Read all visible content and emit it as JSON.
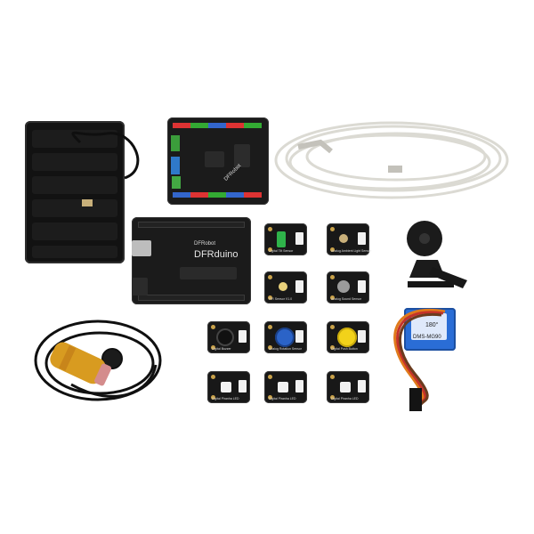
{
  "scene": {
    "description_labels": {
      "main_board_brand": "DFRobot",
      "main_board_name": "DFRduino",
      "shield_brand": "DFRobot",
      "servo_label": "180°",
      "servo_model": "DMS-MG90"
    },
    "module_labels": [
      "Digital Tilt Sensor",
      "Analog Ambient Light Sensor",
      "PIR Sensor V1.0",
      "Analog Sound Sensor",
      "Digital Buzzer",
      "Analog Rotation Sensor",
      "Digital Push Button",
      "Digital Piranha LED",
      "Digital Piranha LED",
      "Digital Piranha LED"
    ]
  }
}
